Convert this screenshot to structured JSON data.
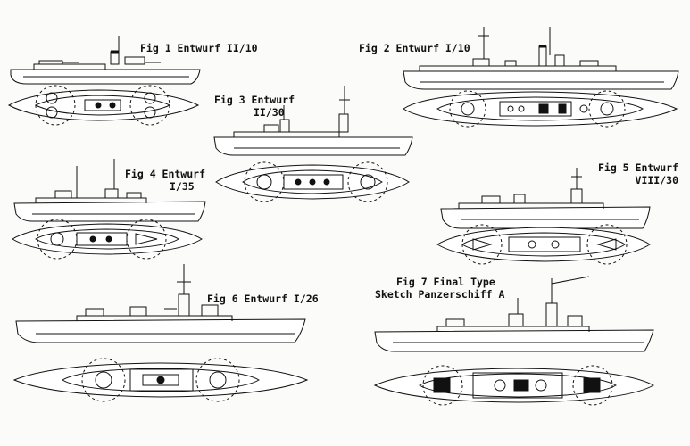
{
  "figures": [
    {
      "id": "fig1",
      "caption": "Fig 1 Entwurf II/10"
    },
    {
      "id": "fig2",
      "caption": "Fig 2 Entwurf I/10"
    },
    {
      "id": "fig3",
      "caption_line1": "Fig 3 Entwurf",
      "caption_line2": "II/30"
    },
    {
      "id": "fig4",
      "caption_line1": "Fig 4 Entwurf",
      "caption_line2": "I/35"
    },
    {
      "id": "fig5",
      "caption_line1": "Fig 5 Entwurf",
      "caption_line2": "VIII/30"
    },
    {
      "id": "fig6",
      "caption": "Fig 6 Entwurf I/26"
    },
    {
      "id": "fig7",
      "caption_line1": "Fig 7 Final Type",
      "caption_line2": "Sketch Panzerschiff A"
    }
  ],
  "colors": {
    "ink": "#111111",
    "paper": "#fbfbf9"
  }
}
